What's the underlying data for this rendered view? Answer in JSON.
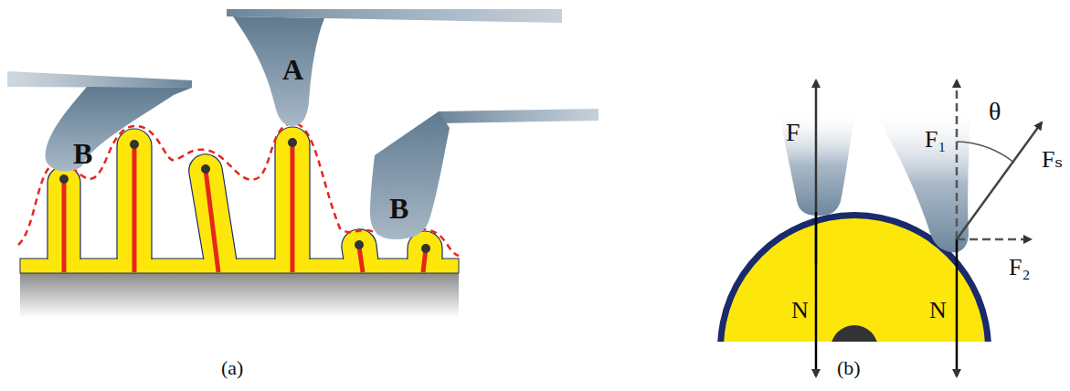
{
  "diagram": {
    "labels": [
      "B",
      "A",
      "B",
      "(a)",
      "(b)",
      "F",
      "N",
      "F₁",
      "θ",
      "Fₛ",
      "N",
      "F₂"
    ]
  }
}
